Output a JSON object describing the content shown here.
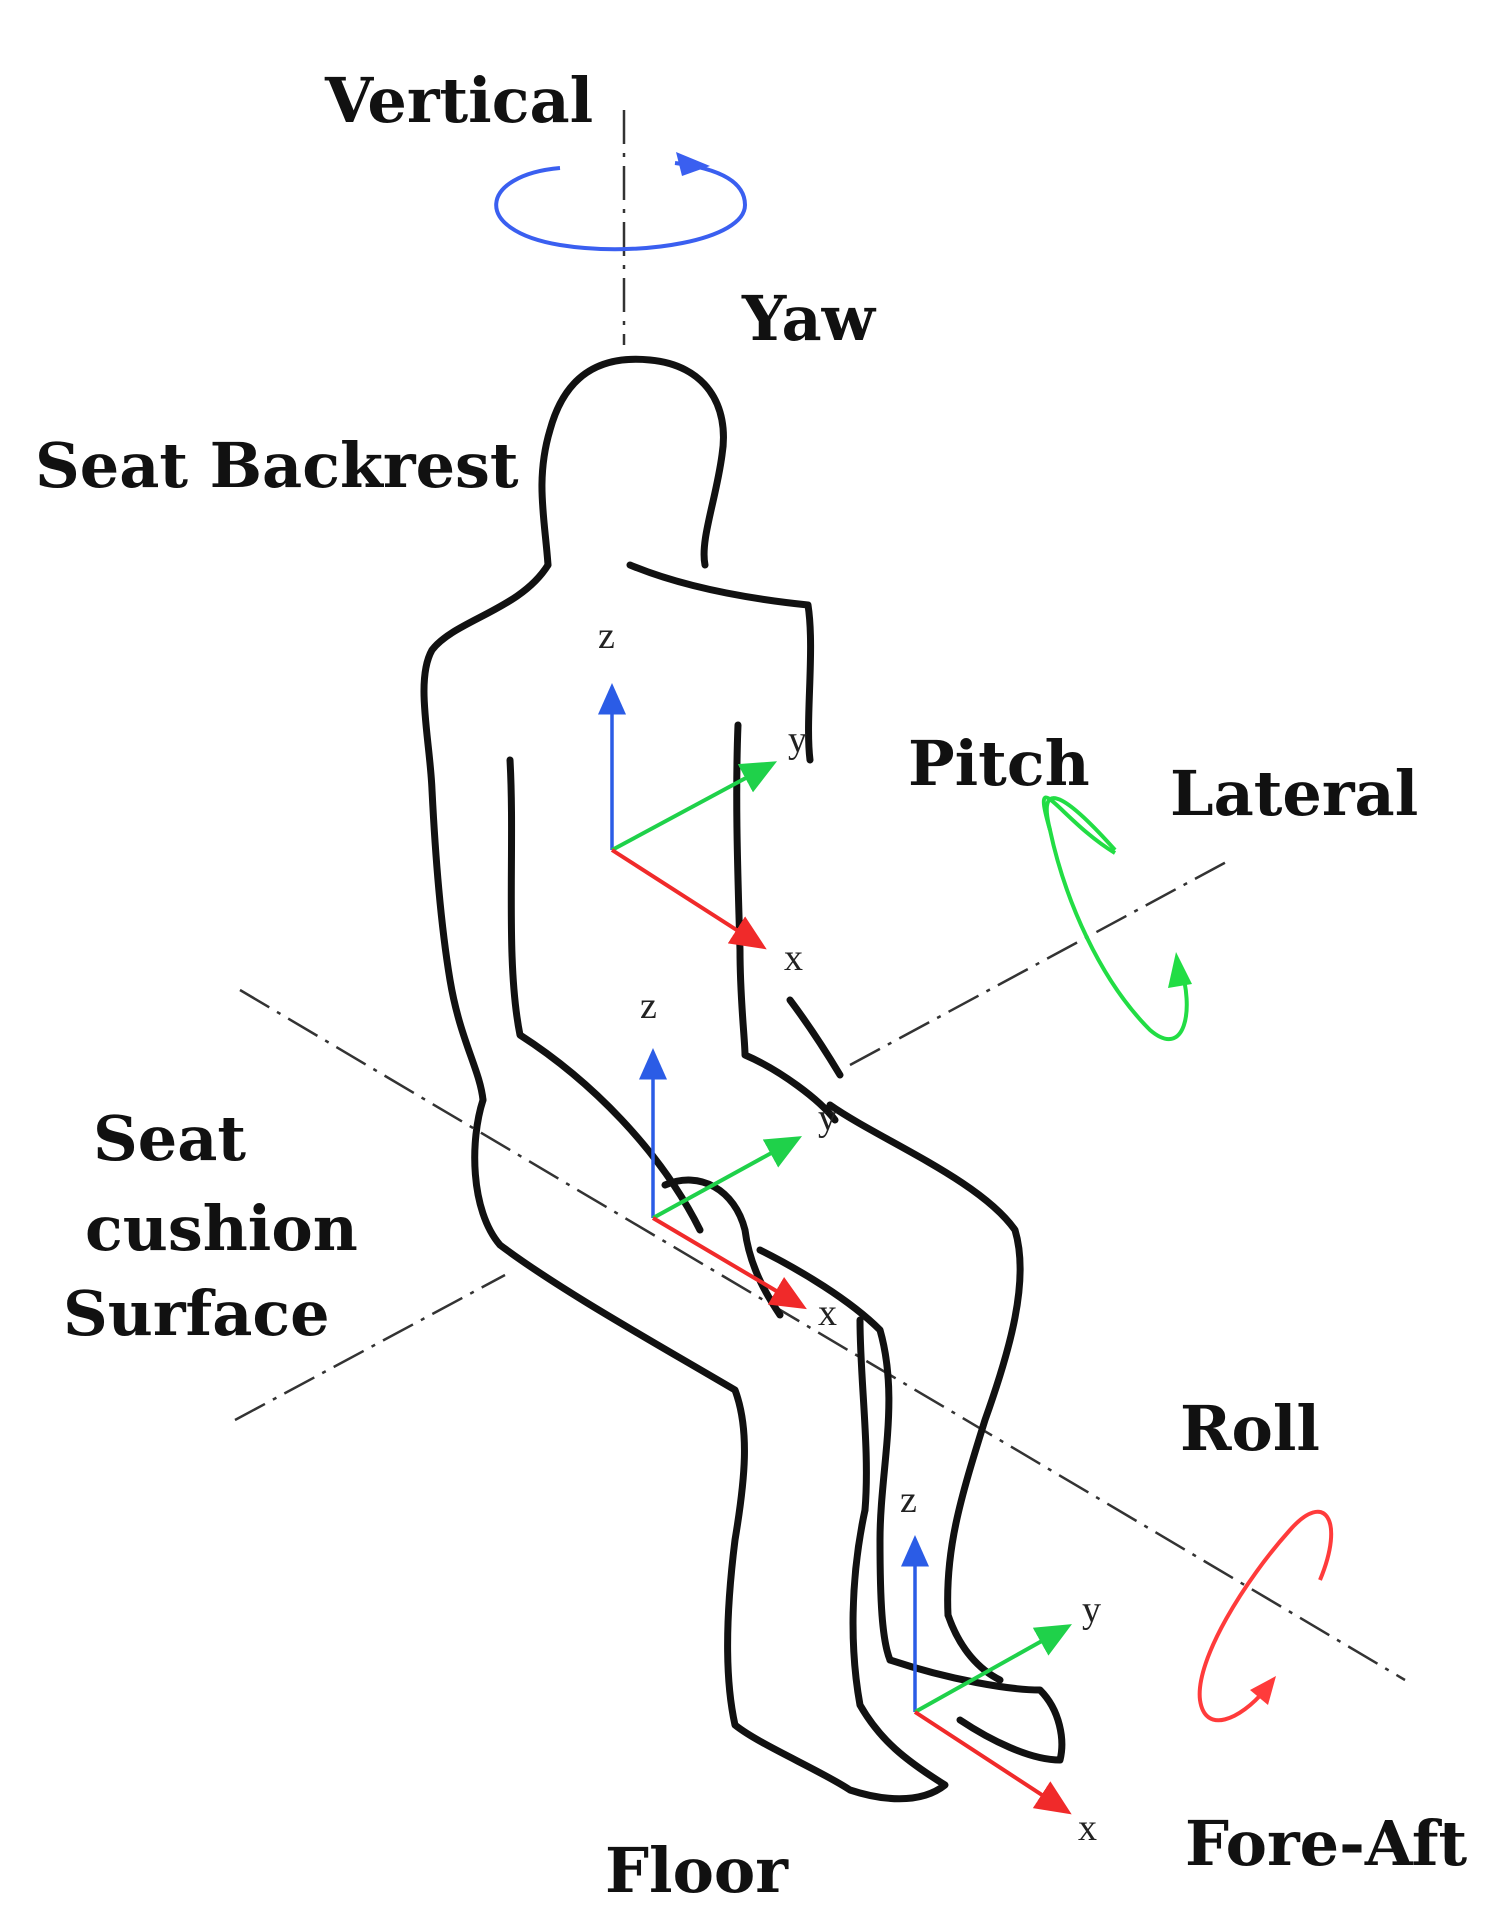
{
  "labels": {
    "vertical": "Vertical",
    "yaw": "Yaw",
    "seat_backrest": "Seat Backrest",
    "pitch": "Pitch",
    "lateral": "Lateral",
    "seat_cushion_line1": "Seat",
    "seat_cushion_line2": "cushion",
    "seat_cushion_line3": "Surface",
    "roll": "Roll",
    "floor": "Floor",
    "fore_aft": "Fore-Aft"
  },
  "axis_letters": {
    "z": "z",
    "y": "y",
    "x": "x"
  },
  "colors": {
    "yaw": "#3a5ff0",
    "pitch": "#22dd44",
    "roll": "#ff3b3b",
    "z_axis": "#2b5ce6",
    "y_axis": "#1fd14a",
    "x_axis": "#f02a2a",
    "outline": "#111111"
  }
}
